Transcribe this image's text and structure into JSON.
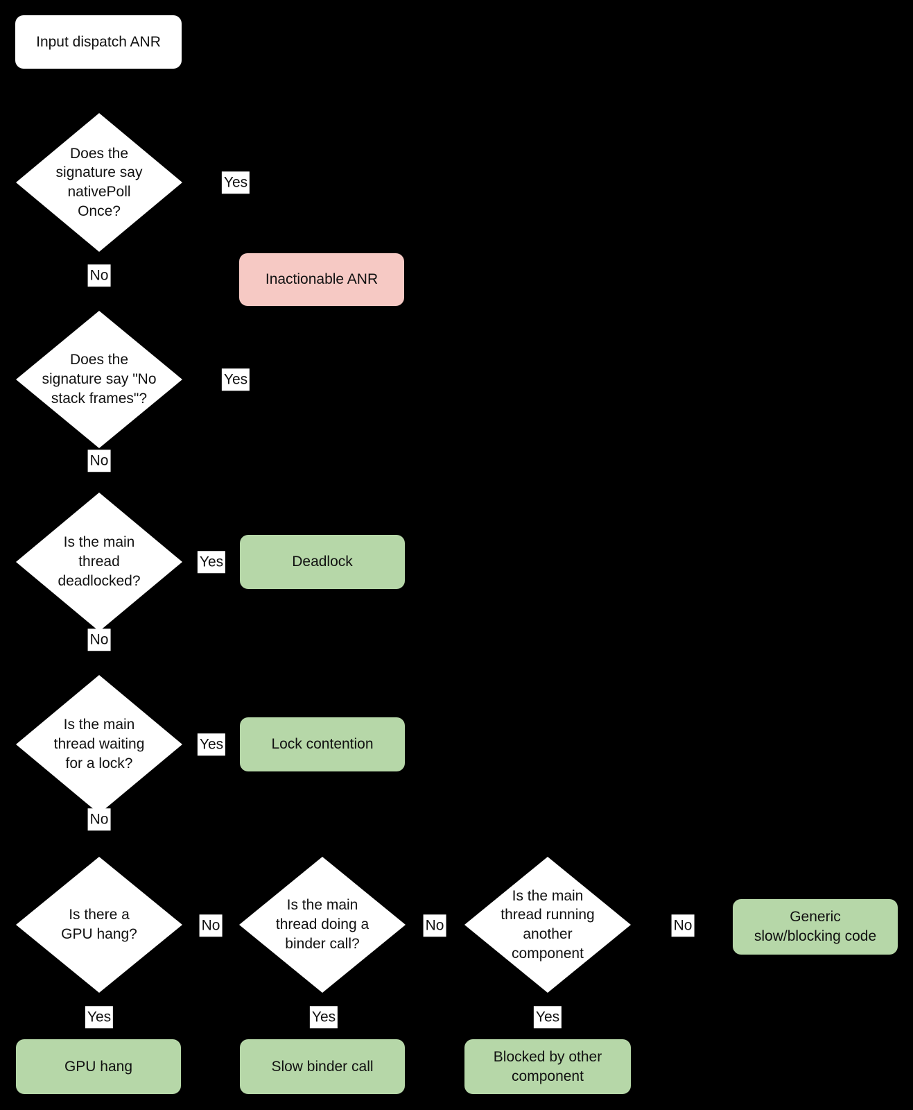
{
  "colors": {
    "background": "#000000",
    "decision_fill": "#ffffff",
    "start_fill": "#ffffff",
    "outcome_green": "#b6d7a8",
    "outcome_red": "#f6c9c4",
    "text": "#111111",
    "edge_label_background": "#ffffff"
  },
  "nodes": {
    "start": {
      "label": "Input dispatch ANR"
    },
    "d1": {
      "label": "Does the\nsignature say\nnativePoll\nOnce?"
    },
    "d2": {
      "label": "Does the\nsignature say \"No\nstack frames\"?"
    },
    "d3": {
      "label": "Is the main\nthread\ndeadlocked?"
    },
    "d4": {
      "label": "Is the main\nthread waiting\nfor a lock?"
    },
    "d5": {
      "label": "Is there a\nGPU hang?"
    },
    "d6": {
      "label": "Is the main\nthread doing a\nbinder call?"
    },
    "d7": {
      "label": "Is the main\nthread running\nanother\ncomponent"
    },
    "inactionable": {
      "label": "Inactionable ANR"
    },
    "deadlock": {
      "label": "Deadlock"
    },
    "lock_contention": {
      "label": "Lock contention"
    },
    "gpu_hang": {
      "label": "GPU hang"
    },
    "slow_binder": {
      "label": "Slow binder call"
    },
    "blocked_other": {
      "label": "Blocked by other\ncomponent"
    },
    "generic": {
      "label": "Generic\nslow/blocking code"
    }
  },
  "edge_labels": {
    "d1_yes": "Yes",
    "d1_no": "No",
    "d2_yes": "Yes",
    "d2_no": "No",
    "d3_yes": "Yes",
    "d3_no": "No",
    "d4_yes": "Yes",
    "d4_no": "No",
    "d5_no": "No",
    "d5_yes": "Yes",
    "d6_no": "No",
    "d6_yes": "Yes",
    "d7_no": "No",
    "d7_yes": "Yes"
  }
}
